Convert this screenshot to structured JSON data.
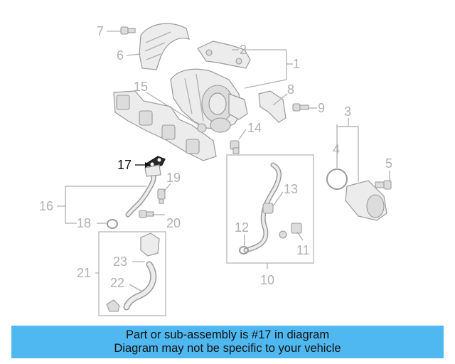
{
  "diagram": {
    "callouts": [
      "1",
      "2",
      "3",
      "4",
      "5",
      "6",
      "7",
      "8",
      "9",
      "10",
      "11",
      "12",
      "13",
      "14",
      "15",
      "16",
      "17",
      "18",
      "19",
      "20",
      "21",
      "22",
      "23"
    ],
    "highlighted_callout": "17",
    "colors": {
      "callout": "#b0b0b0",
      "highlight": "#111111",
      "banner": "#4fb8f0"
    }
  },
  "banner": {
    "line1": "Part or sub-assembly is #17 in diagram",
    "line2": "Diagram may not be specific to your vehicle"
  }
}
